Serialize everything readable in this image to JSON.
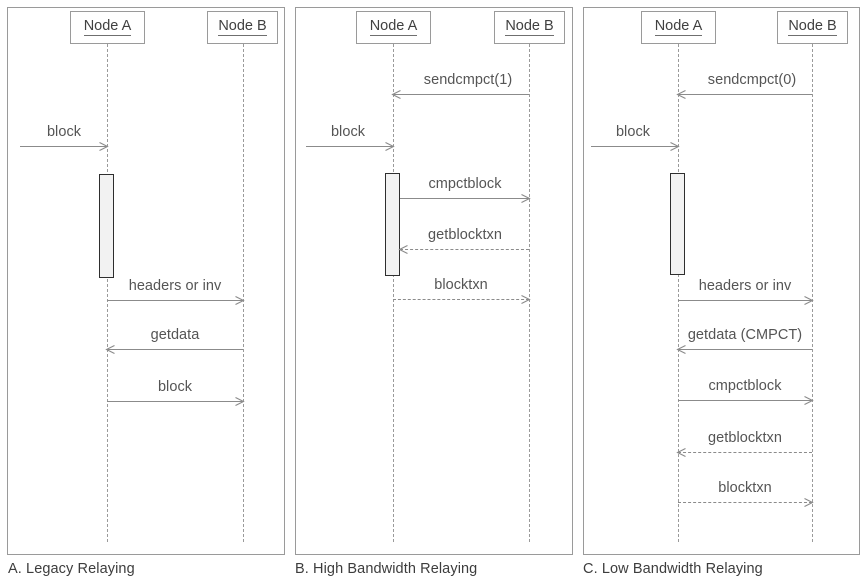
{
  "figure": {
    "panels": [
      {
        "id": "panel-a",
        "caption": "A. Legacy Relaying",
        "actors": [
          {
            "name": "Node A",
            "role": "left"
          },
          {
            "name": "Node B",
            "role": "right"
          }
        ],
        "messages": [
          {
            "label": "block",
            "from": "external",
            "to": "Node A",
            "style": "solid",
            "direction": "right"
          },
          {
            "label": "headers or inv",
            "from": "Node A",
            "to": "Node B",
            "style": "solid",
            "direction": "right"
          },
          {
            "label": "getdata",
            "from": "Node B",
            "to": "Node A",
            "style": "solid",
            "direction": "left"
          },
          {
            "label": "block",
            "from": "Node A",
            "to": "Node B",
            "style": "solid",
            "direction": "right"
          }
        ]
      },
      {
        "id": "panel-b",
        "caption": "B. High Bandwidth Relaying",
        "actors": [
          {
            "name": "Node A",
            "role": "left"
          },
          {
            "name": "Node B",
            "role": "right"
          }
        ],
        "messages": [
          {
            "label": "sendcmpct(1)",
            "from": "Node B",
            "to": "Node A",
            "style": "solid",
            "direction": "left"
          },
          {
            "label": "block",
            "from": "external",
            "to": "Node A",
            "style": "solid",
            "direction": "right"
          },
          {
            "label": "cmpctblock",
            "from": "Node A",
            "to": "Node B",
            "style": "solid",
            "direction": "right"
          },
          {
            "label": "getblocktxn",
            "from": "Node B",
            "to": "Node A",
            "style": "dashed",
            "direction": "left"
          },
          {
            "label": "blocktxn",
            "from": "Node A",
            "to": "Node B",
            "style": "dashed",
            "direction": "right"
          }
        ]
      },
      {
        "id": "panel-c",
        "caption": "C. Low Bandwidth Relaying",
        "actors": [
          {
            "name": "Node A",
            "role": "left"
          },
          {
            "name": "Node B",
            "role": "right"
          }
        ],
        "messages": [
          {
            "label": "sendcmpct(0)",
            "from": "Node B",
            "to": "Node A",
            "style": "solid",
            "direction": "left"
          },
          {
            "label": "block",
            "from": "external",
            "to": "Node A",
            "style": "solid",
            "direction": "right"
          },
          {
            "label": "headers or inv",
            "from": "Node A",
            "to": "Node B",
            "style": "solid",
            "direction": "right"
          },
          {
            "label": "getdata (CMPCT)",
            "from": "Node B",
            "to": "Node A",
            "style": "solid",
            "direction": "left"
          },
          {
            "label": "cmpctblock",
            "from": "Node A",
            "to": "Node B",
            "style": "solid",
            "direction": "right"
          },
          {
            "label": "getblocktxn",
            "from": "Node B",
            "to": "Node A",
            "style": "dashed",
            "direction": "left"
          },
          {
            "label": "blocktxn",
            "from": "Node A",
            "to": "Node B",
            "style": "dashed",
            "direction": "right"
          }
        ]
      }
    ],
    "colors": {
      "border": "#9a9a9a",
      "line": "#8b8b8b",
      "text": "#404040",
      "activation_fill": "#f2f2f2",
      "activation_stroke": "#2e2e2e"
    }
  }
}
